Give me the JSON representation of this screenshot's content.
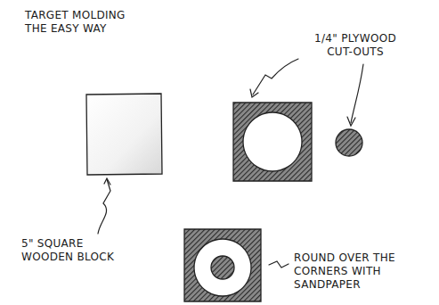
{
  "diagram": {
    "title": "TARGET MOLDING THE EASY WAY",
    "labels": [
      "1/4\" PLYWOOD CUT-OUTS",
      "5\" SQUARE WOODEN BLOCK",
      "ROUND OVER THE CORNERS WITH SANDPAPER"
    ]
  }
}
